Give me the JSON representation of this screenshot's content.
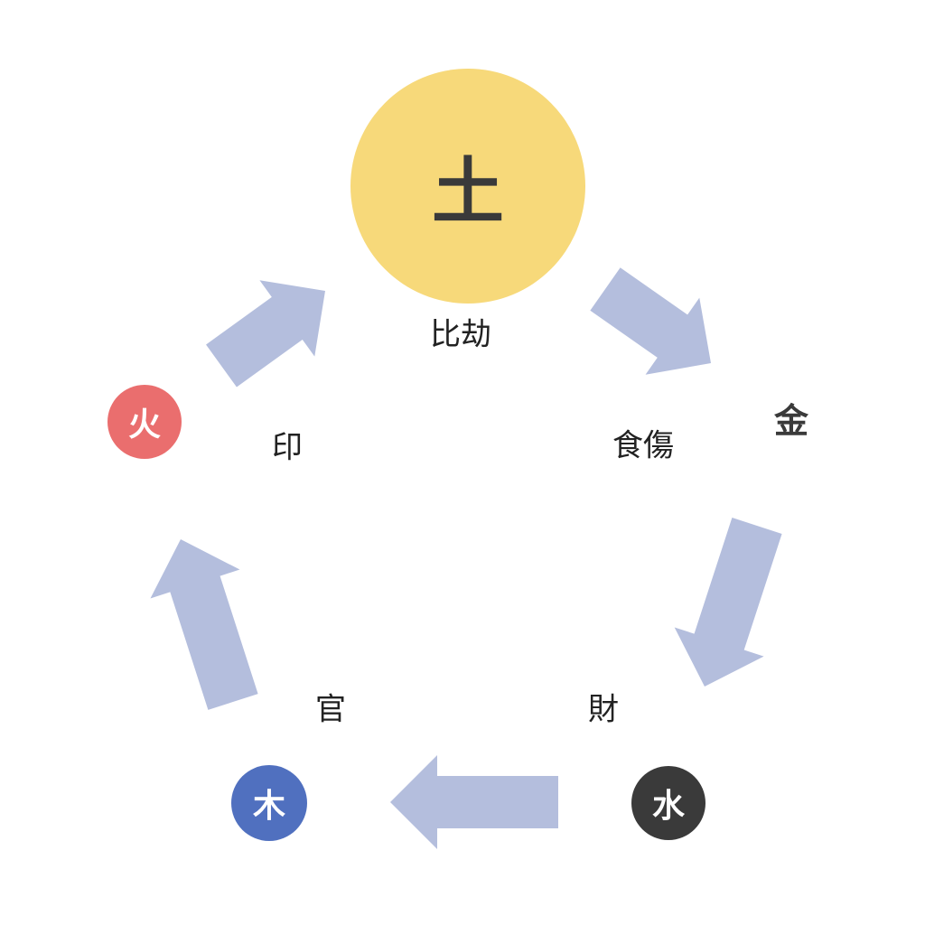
{
  "elements": {
    "earth": {
      "char": "土",
      "color": "#f7d97a"
    },
    "metal": {
      "char": "金",
      "color": "#ffffff"
    },
    "water": {
      "char": "水",
      "color": "#3a3a3a"
    },
    "wood": {
      "char": "木",
      "color": "#5070bf"
    },
    "fire": {
      "char": "火",
      "color": "#ea6e6e"
    }
  },
  "relations": {
    "hikou": "比劫",
    "shokushou": "食傷",
    "zai": "財",
    "kan": "官",
    "in": "印"
  },
  "arrow_color": "#b4bedd"
}
